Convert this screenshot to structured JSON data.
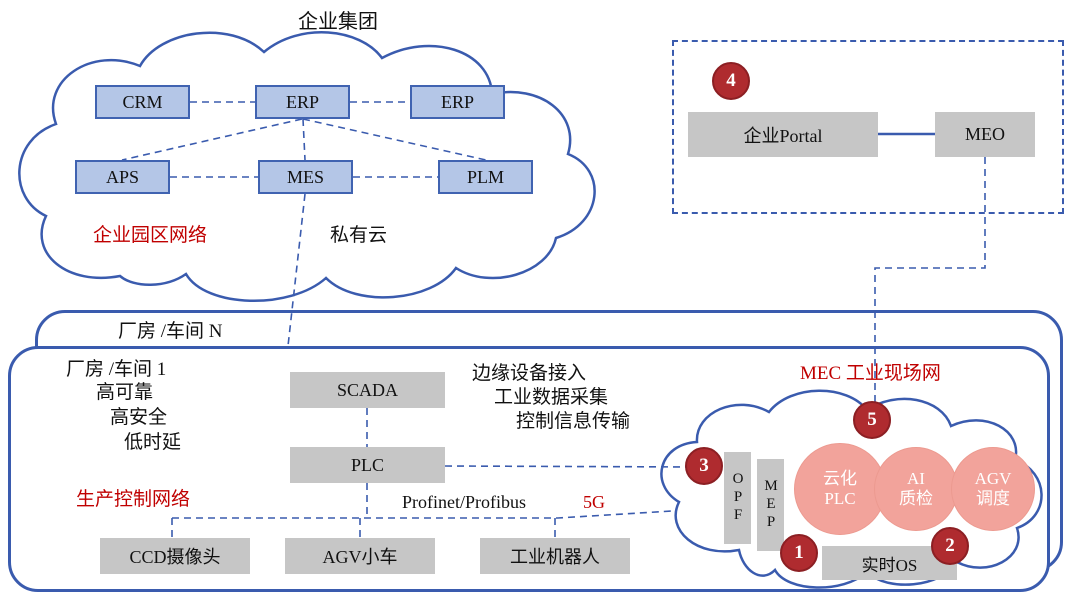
{
  "colors": {
    "accent_blue": "#3A5BAE",
    "red_text": "#C00000",
    "badge_red": "#AF2B2F",
    "node_blue_fill": "#B4C6E7",
    "gray_fill": "#C6C6C6",
    "salmon": "#F2A39B"
  },
  "enterprise": {
    "title": "企业集团",
    "nodes": [
      "CRM",
      "ERP",
      "ERP",
      "APS",
      "MES",
      "PLM"
    ],
    "campus_network": "企业园区网络",
    "private_cloud": "私有云"
  },
  "portal": {
    "badge": "4",
    "portal": "企业Portal",
    "meo": "MEO"
  },
  "factory": {
    "workshop_n": "厂房 /车间 N",
    "workshop_1": "厂房 /车间 1",
    "qualities": [
      "高可靠",
      "高安全",
      "低时延"
    ],
    "control_network": "生产控制网络",
    "scada": "SCADA",
    "plc": "PLC",
    "devices": [
      "CCD摄像头",
      "AGV小车",
      "工业机器人"
    ],
    "fieldbus": "Profinet/Profibus",
    "five_g": "5G",
    "edge_lines": [
      "边缘设备接入",
      "工业数据采集",
      "控制信息传输"
    ],
    "mec_title": "MEC  工业现场网"
  },
  "mec": {
    "opf": "OPF",
    "mep": "MEP",
    "apps": [
      {
        "line1": "云化",
        "line2": "PLC"
      },
      {
        "line1": "AI",
        "line2": "质检"
      },
      {
        "line1": "AGV",
        "line2": "调度"
      }
    ],
    "rtos": "实时OS",
    "badges": {
      "one": "1",
      "two": "2",
      "three": "3",
      "five": "5"
    }
  }
}
